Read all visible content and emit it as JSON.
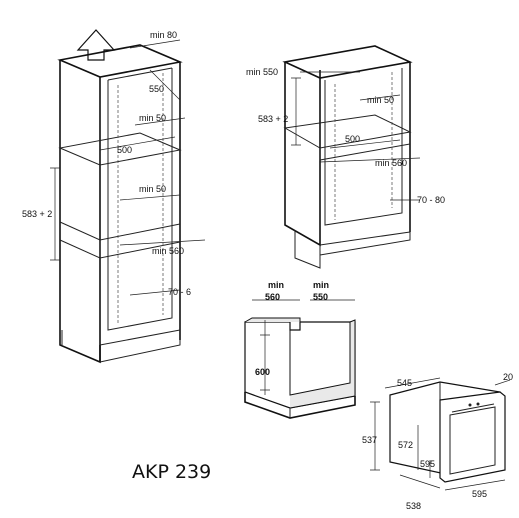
{
  "model_name": "AKP 239",
  "column_cabinet": {
    "min_top": "min 80",
    "depth": "550",
    "min_upper": "min 50",
    "shelf_width": "500",
    "height_opening": "583 + 2",
    "min_mid": "min 50",
    "min_width": "min 560",
    "base_gap": "70 - 6"
  },
  "wall_cabinet": {
    "min_depth": "min 550",
    "height_opening": "583 + 2",
    "min_top": "min 50",
    "shelf_width": "500",
    "min_width": "min 560",
    "base_gap": "70 - 80"
  },
  "undercounter": {
    "min_width_label": "min\n560",
    "min_depth_label": "min\n550",
    "min_word": "min",
    "width_value": "560",
    "depth_value": "550",
    "height": "600"
  },
  "oven": {
    "depth": "545",
    "front": "20",
    "height_outer": "537",
    "height_inner": "572",
    "height_front": "595",
    "width": "595",
    "bottom_depth": "538"
  }
}
